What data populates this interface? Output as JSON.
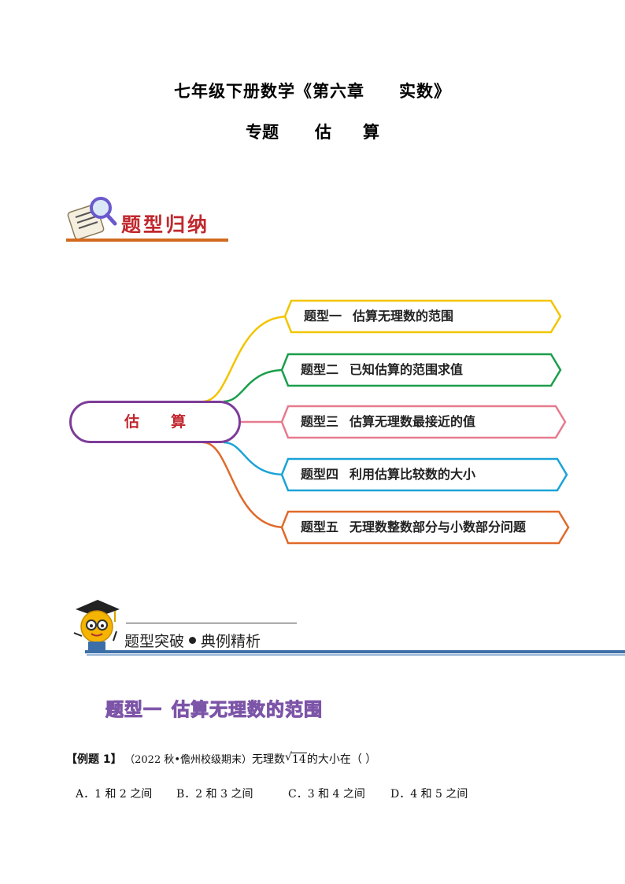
{
  "title": {
    "part1": "七年级下册数学《第六章",
    "part2": "实数》"
  },
  "subtitle": {
    "w1": "专题",
    "w2": "估",
    "w3": "算"
  },
  "section_header_1": {
    "label": "题型归纳"
  },
  "mind_map": {
    "center": {
      "c1": "估",
      "c2": "算"
    },
    "branches": [
      {
        "prefix": "题型一",
        "text": "估算无理数的范围",
        "color": "#f2c500"
      },
      {
        "prefix": "题型二",
        "text": "已知估算的范围求值",
        "color": "#1a9e4a"
      },
      {
        "prefix": "题型三",
        "text": "估算无理数最接近的值",
        "color": "#e67b8f"
      },
      {
        "prefix": "题型四",
        "text": "利用估算比较数的大小",
        "color": "#1aa3d6"
      },
      {
        "prefix": "题型五",
        "text": "无理数整数部分与小数部分问题",
        "color": "#e06a2a"
      }
    ]
  },
  "section_header_2": {
    "label_a": "题型突破",
    "label_b": "典例精析"
  },
  "section_title": {
    "prefix": "题型一",
    "text": "估算无理数的范围"
  },
  "example": {
    "tag": "【例题 1】",
    "source": "（2022 秋•儋州校级期末）",
    "q_before": "无理数",
    "radicand": "14",
    "q_after": "的大小在（      ）"
  },
  "options": [
    "A．1 和 2 之间",
    "B．2 和 3 之间",
    "C．3 和 4 之间",
    "D．4 和 5 之间"
  ]
}
